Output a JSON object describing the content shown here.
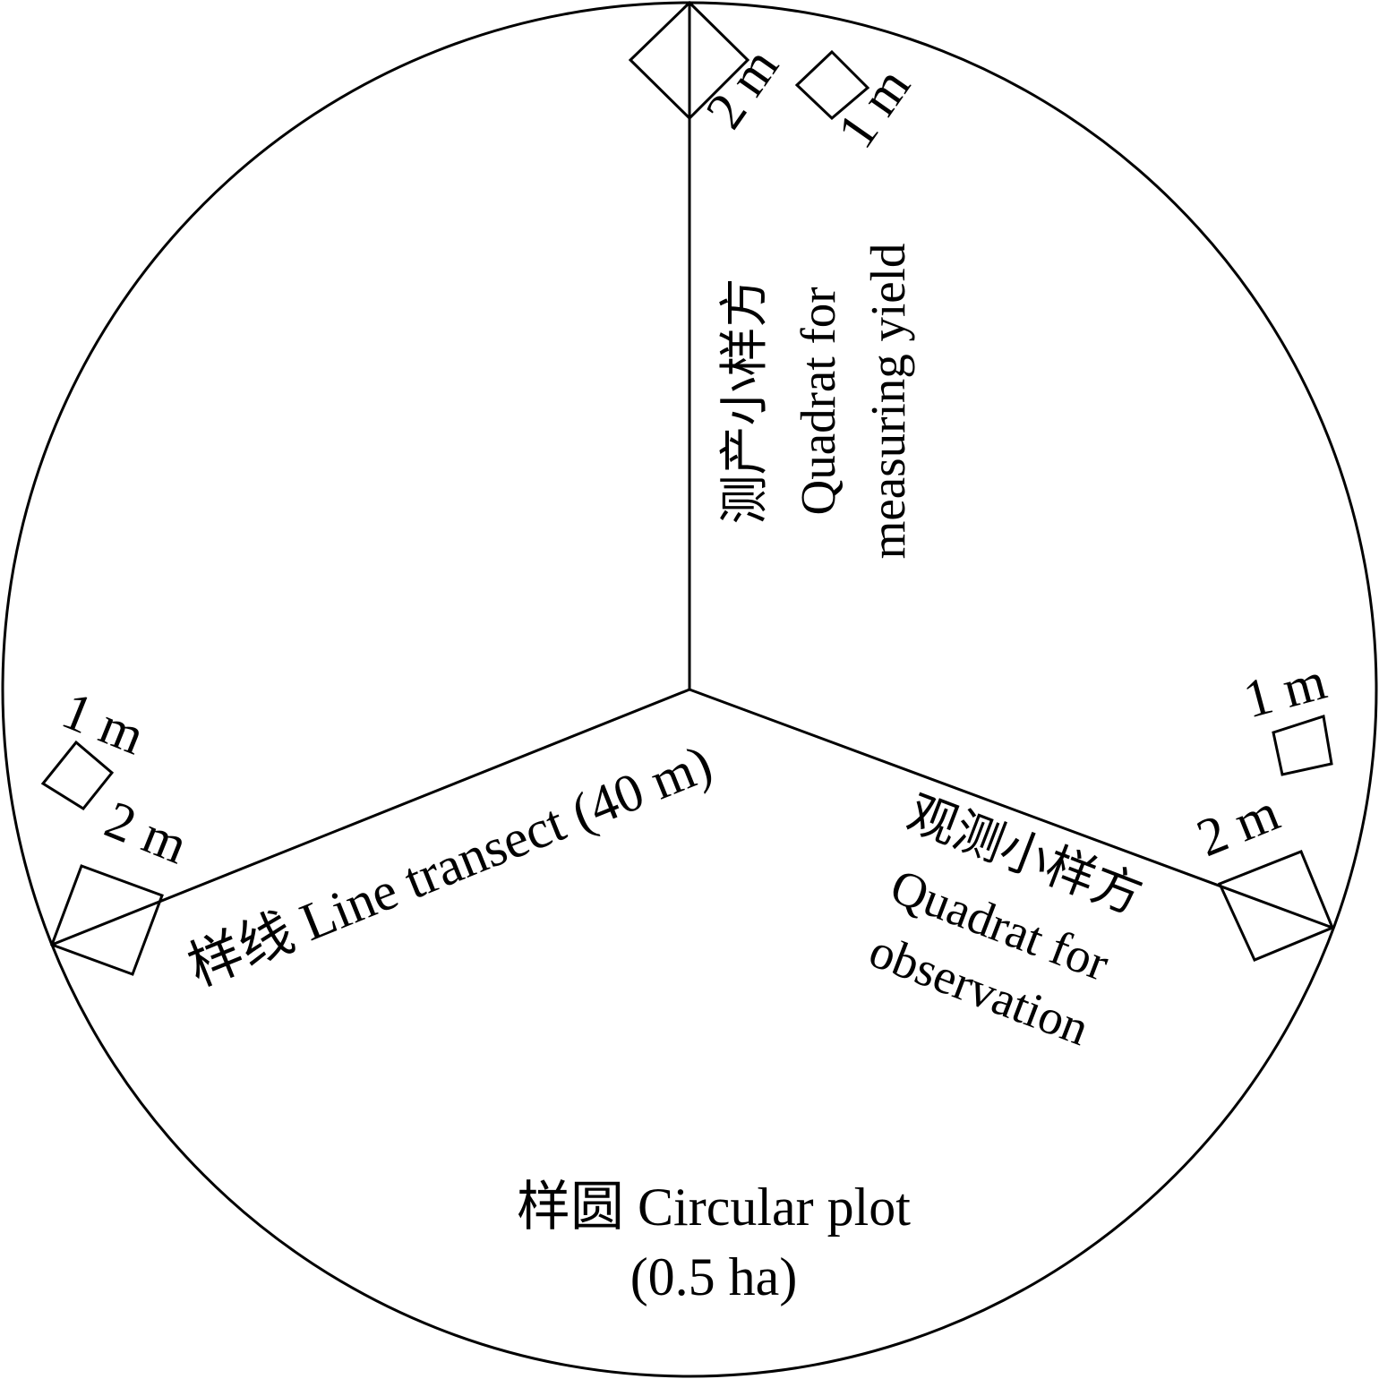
{
  "diagram": {
    "plot_label": "样圆 Circular plot",
    "plot_area": "(0.5 ha)",
    "transect_label": "样线 Line transect (40 m)",
    "yield_quadrat": {
      "zh": "测产小样方",
      "en1": "Quadrat for",
      "en2": "measuring yield"
    },
    "observation_quadrat": {
      "zh": "观测小样方",
      "en1": "Quadrat for",
      "en2": "observation"
    },
    "quadrat_size_large": "2 m",
    "quadrat_size_small": "1 m"
  }
}
